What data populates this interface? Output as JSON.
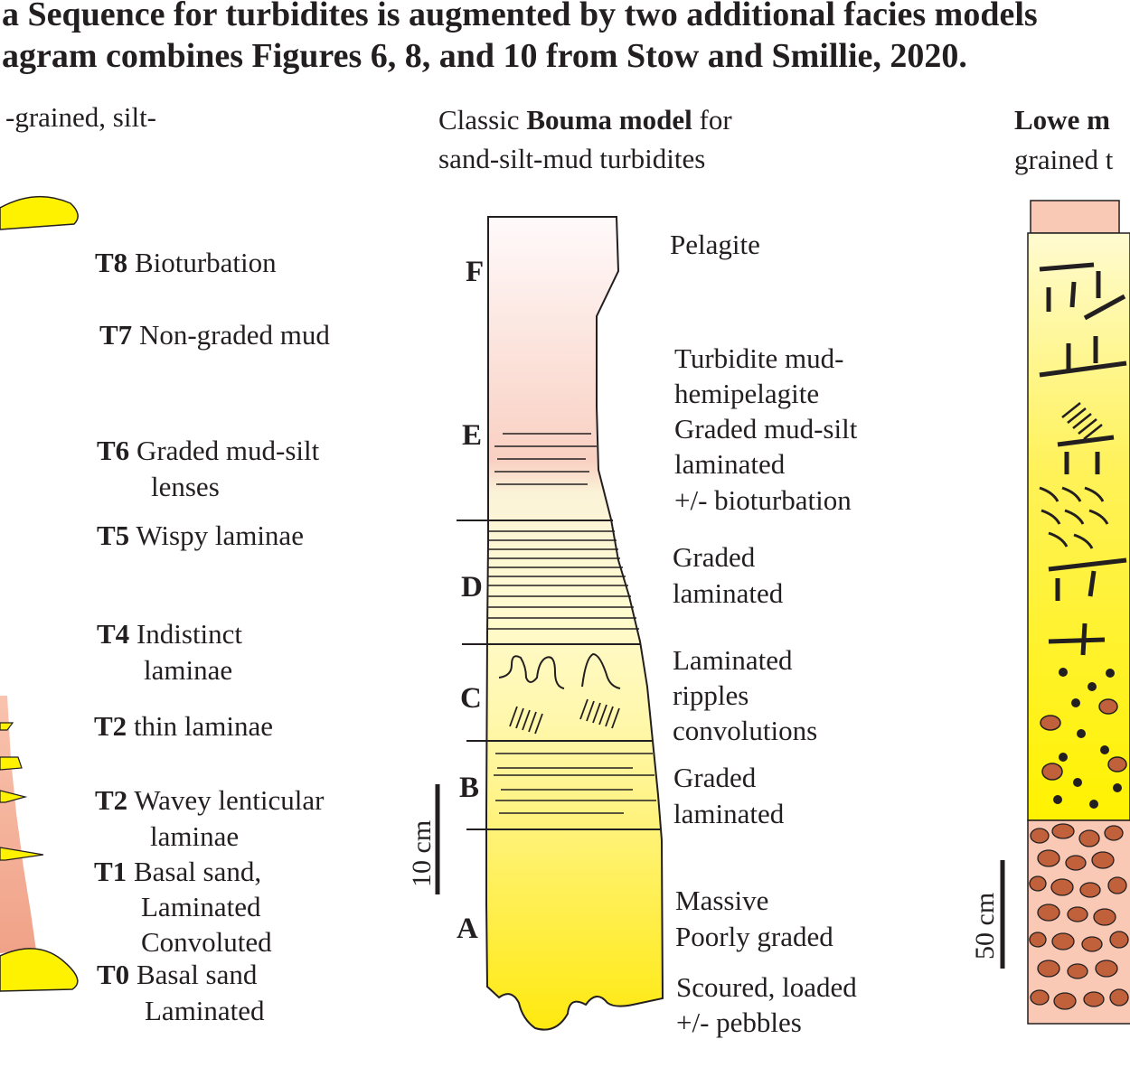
{
  "header": {
    "line1": "a Sequence for turbidites is augmented by two additional facies models",
    "line2": "agram combines Figures 6, 8, and 10 from Stow and Smillie, 2020."
  },
  "left_model": {
    "title_fragment": "-grained, silt-",
    "units": [
      {
        "code": "T8",
        "text": "Bioturbation"
      },
      {
        "code": "T7",
        "text": "Non-graded mud"
      },
      {
        "code": "T6",
        "text": "Graded mud-silt",
        "text2": "lenses"
      },
      {
        "code": "T5",
        "text": "Wispy laminae"
      },
      {
        "code": "T4",
        "text": "Indistinct",
        "text2": "laminae"
      },
      {
        "code": "T2",
        "text": "thin laminae"
      },
      {
        "code": "T2",
        "text": "Wavey lenticular",
        "text2": "laminae"
      },
      {
        "code": "T1",
        "text": "Basal sand,",
        "text2": "Laminated",
        "text3": "Convoluted"
      },
      {
        "code": "T0",
        "text": "Basal sand",
        "text2": "Laminated"
      }
    ]
  },
  "bouma_model": {
    "title_pre": "Classic ",
    "title_bold": "Bouma model",
    "title_post": " for",
    "title_line2": "sand-silt-mud turbidites",
    "letters": [
      "F",
      "E",
      "D",
      "C",
      "B",
      "A"
    ],
    "scale_label": "10 cm",
    "descriptions": {
      "f": "Pelagite",
      "e": [
        "Turbidite mud-",
        "hemipelagite",
        "Graded mud-silt",
        "laminated",
        "+/- bioturbation"
      ],
      "d": [
        "Graded",
        "laminated"
      ],
      "c": [
        "Laminated",
        "ripples",
        "convolutions"
      ],
      "b": [
        "Graded",
        "laminated"
      ],
      "a": [
        "Massive",
        "Poorly graded",
        "Scoured, loaded",
        "+/- pebbles"
      ]
    }
  },
  "lowe_model": {
    "title_bold": "Lowe m",
    "title_line2": "grained t",
    "scale_label": "50 cm"
  },
  "colors": {
    "sand_yellow": "#fff200",
    "pale_yellow": "#fffbd0",
    "pink": "#f9c9b6",
    "salmon": "#f0a288",
    "pebble_brown": "#c0613b",
    "line": "#231f20"
  }
}
